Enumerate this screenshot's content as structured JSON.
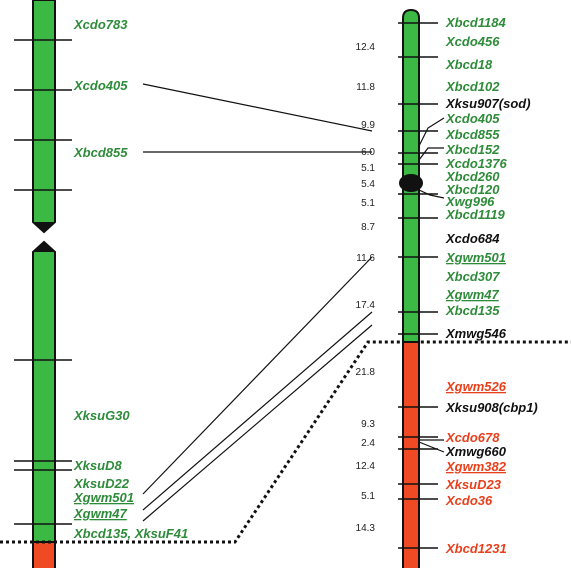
{
  "colors": {
    "green_segment": "#3cb944",
    "red_segment": "#ef4a23",
    "green_text": "#2e8b3a",
    "red_text": "#e8401c",
    "black_text": "#111111"
  },
  "left_chromosome": {
    "markers": [
      {
        "name": "Xcdo783",
        "color": "green"
      },
      {
        "name": "Xcdo405",
        "color": "green"
      },
      {
        "name": "Xbcd855",
        "color": "green"
      },
      {
        "name": "XksuG30",
        "color": "green"
      },
      {
        "name": "XksuD8",
        "color": "green"
      },
      {
        "name": "XksuD22",
        "color": "green"
      },
      {
        "name": "Xgwm501",
        "color": "green",
        "underline": true
      },
      {
        "name": "Xgwm47",
        "color": "green",
        "underline": true
      },
      {
        "name": "Xbcd135, XksuF41",
        "color": "green"
      }
    ]
  },
  "right_chromosome": {
    "markers": [
      {
        "name": "Xbcd1184",
        "color": "green"
      },
      {
        "name": "Xcdo456",
        "color": "green"
      },
      {
        "name": "Xbcd18",
        "color": "green"
      },
      {
        "name": "Xbcd102",
        "color": "green"
      },
      {
        "name": "Xksu907(sod)",
        "color": "black"
      },
      {
        "name": "Xcdo405",
        "color": "green"
      },
      {
        "name": "Xbcd855",
        "color": "green"
      },
      {
        "name": "Xbcd152",
        "color": "green"
      },
      {
        "name": "Xcdo1376",
        "color": "green"
      },
      {
        "name": "Xbcd260",
        "color": "green"
      },
      {
        "name": "Xbcd120",
        "color": "green"
      },
      {
        "name": "Xwg996",
        "color": "green"
      },
      {
        "name": "Xbcd1119",
        "color": "green"
      },
      {
        "name": "Xcdo684",
        "color": "black"
      },
      {
        "name": "Xgwm501",
        "color": "green",
        "underline": true
      },
      {
        "name": "Xbcd307",
        "color": "green"
      },
      {
        "name": "Xgwm47",
        "color": "green",
        "underline": true
      },
      {
        "name": "Xbcd135",
        "color": "green"
      },
      {
        "name": "Xmwg546",
        "color": "black"
      },
      {
        "name": "Xgwm526",
        "color": "red",
        "underline": true
      },
      {
        "name": "Xksu908(cbp1)",
        "color": "black"
      },
      {
        "name": "Xcdo678",
        "color": "red"
      },
      {
        "name": "Xmwg660",
        "color": "black"
      },
      {
        "name": "Xgwm382",
        "color": "red",
        "underline": true
      },
      {
        "name": "XksuD23",
        "color": "red"
      },
      {
        "name": "Xcdo36",
        "color": "red"
      },
      {
        "name": "Xbcd1231",
        "color": "red"
      }
    ],
    "distances": [
      "12.4",
      "11.8",
      "9.9",
      "6.0",
      "5.1",
      "5.4",
      "5.1",
      "8.7",
      "11.6",
      "17.4",
      "21.8",
      "9.3",
      "2.4",
      "12.4",
      "5.1",
      "14.3"
    ]
  }
}
